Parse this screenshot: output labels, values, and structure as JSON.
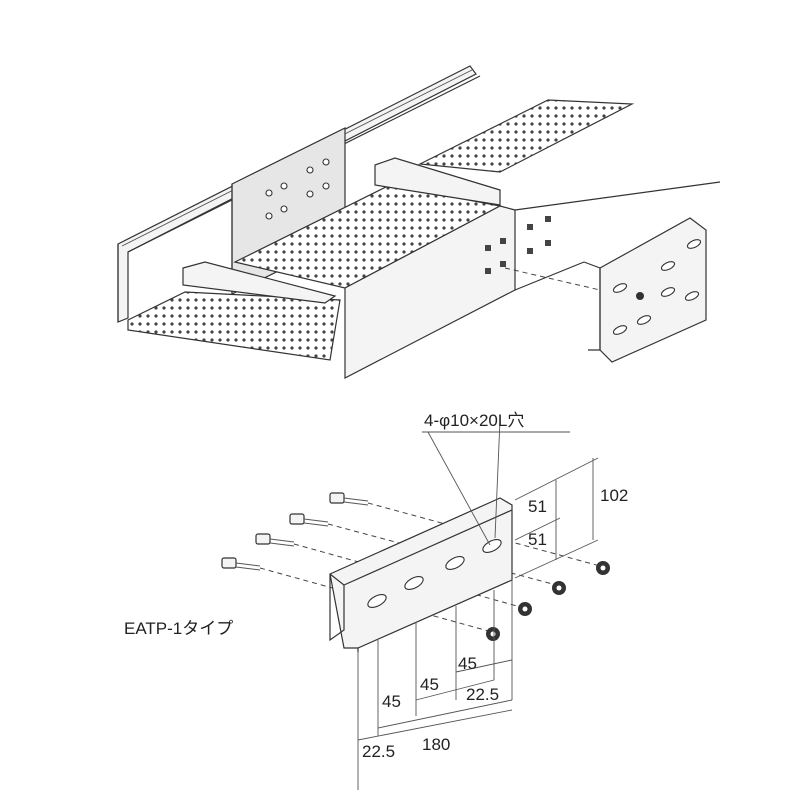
{
  "hole_spec": "4-φ10×20L穴",
  "type_label": "EATP-1タイプ",
  "dimensions": {
    "height_total": "102",
    "upper_pitch": "51",
    "lower_pitch": "51",
    "pitch_a": "45",
    "pitch_b": "45",
    "pitch_c": "45",
    "edge_right": "22.5",
    "edge_left": "22.5",
    "overall_length": "180"
  }
}
